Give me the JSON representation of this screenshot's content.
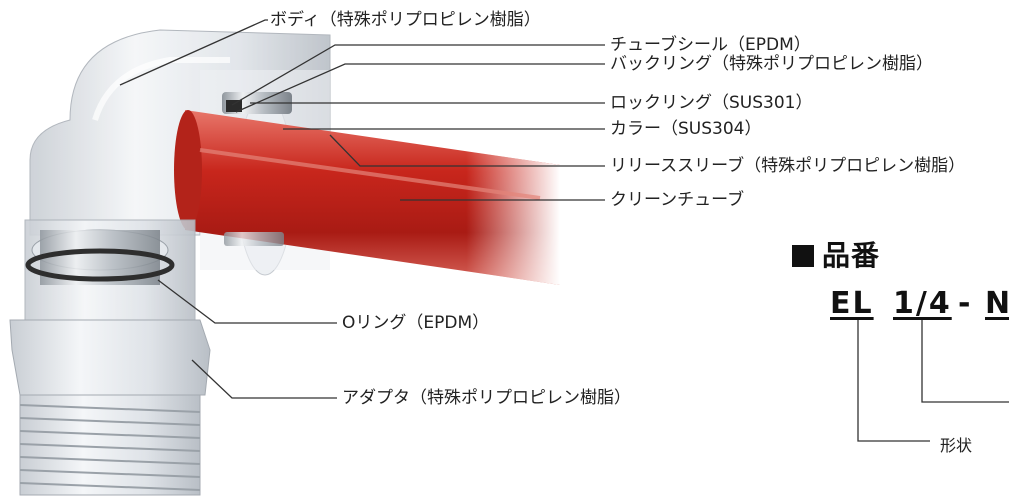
{
  "callouts": {
    "body": "ボディ（特殊ポリプロピレン樹脂）",
    "tube_seal": "チューブシール（EPDM）",
    "backing_ring": "バックリング（特殊ポリプロピレン樹脂）",
    "lock_ring": "ロックリング（SUS301）",
    "collar": "カラー（SUS304）",
    "release_sleeve": "リリーススリーブ（特殊ポリプロピレン樹脂）",
    "clean_tube": "クリーンチューブ",
    "o_ring": "Oリング（EPDM）",
    "adapter": "アダプタ（特殊ポリプロピレン樹脂）"
  },
  "part_number": {
    "heading": "品番",
    "series": "EL",
    "size": "1/4",
    "separator": "-",
    "suffix": "N",
    "shape_label": "形状"
  },
  "colors": {
    "tube_red": "#c8261c",
    "body_gray": "#d9dde2",
    "line": "#333333"
  }
}
